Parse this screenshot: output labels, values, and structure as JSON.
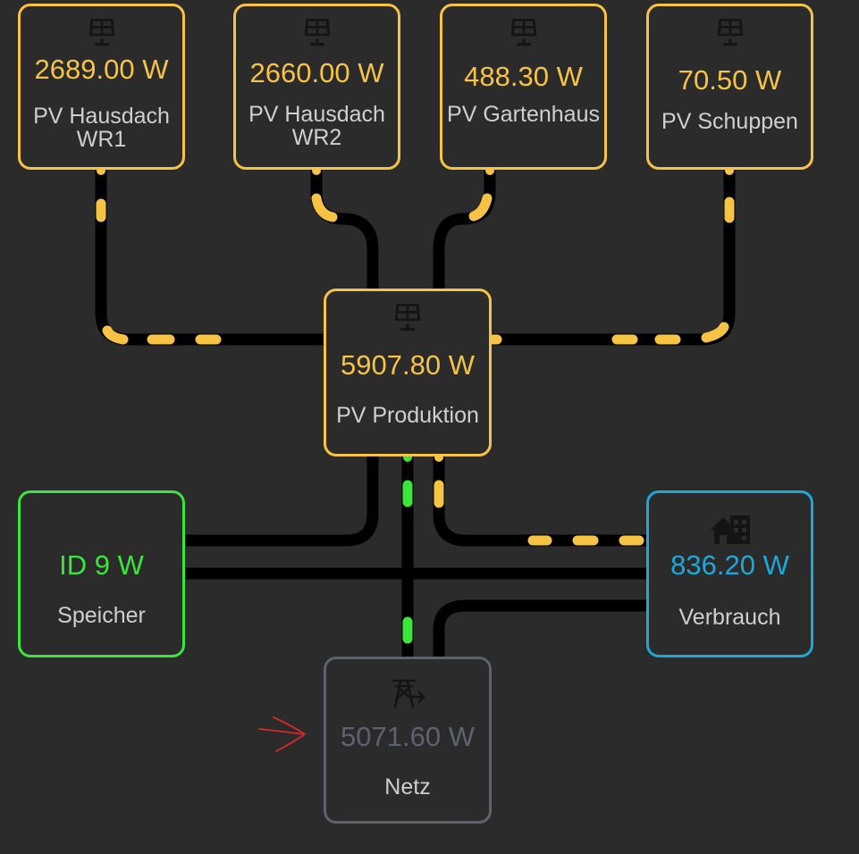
{
  "sources": [
    {
      "id": "wr1",
      "value": "2689.00 W",
      "label": "PV Hausdach WR1",
      "icon": "solar-panel-icon"
    },
    {
      "id": "wr2",
      "value": "2660.00 W",
      "label": "PV Hausdach WR2",
      "icon": "solar-panel-icon"
    },
    {
      "id": "garten",
      "value": "488.30 W",
      "label": "PV Gartenhaus",
      "icon": "solar-panel-icon"
    },
    {
      "id": "schuppen",
      "value": "70.50 W",
      "label": "PV Schuppen",
      "icon": "solar-panel-icon"
    }
  ],
  "production": {
    "value": "5907.80 W",
    "label": "PV Produktion",
    "icon": "solar-panel-icon"
  },
  "storage": {
    "value": "ID 9 W",
    "label": "Speicher"
  },
  "consumption": {
    "value": "836.20 W",
    "label": "Verbrauch",
    "icon": "home-building-icon"
  },
  "grid": {
    "value": "5071.60 W",
    "label": "Netz",
    "icon": "transmission-tower-export-icon"
  },
  "colors": {
    "background": "#2b2b2b",
    "solar": "#f6c344",
    "battery": "#3be53b",
    "home": "#1ea8d8",
    "grid": "#5e6270",
    "line": "#000000",
    "annotation_arrow": "#d42a2a"
  }
}
